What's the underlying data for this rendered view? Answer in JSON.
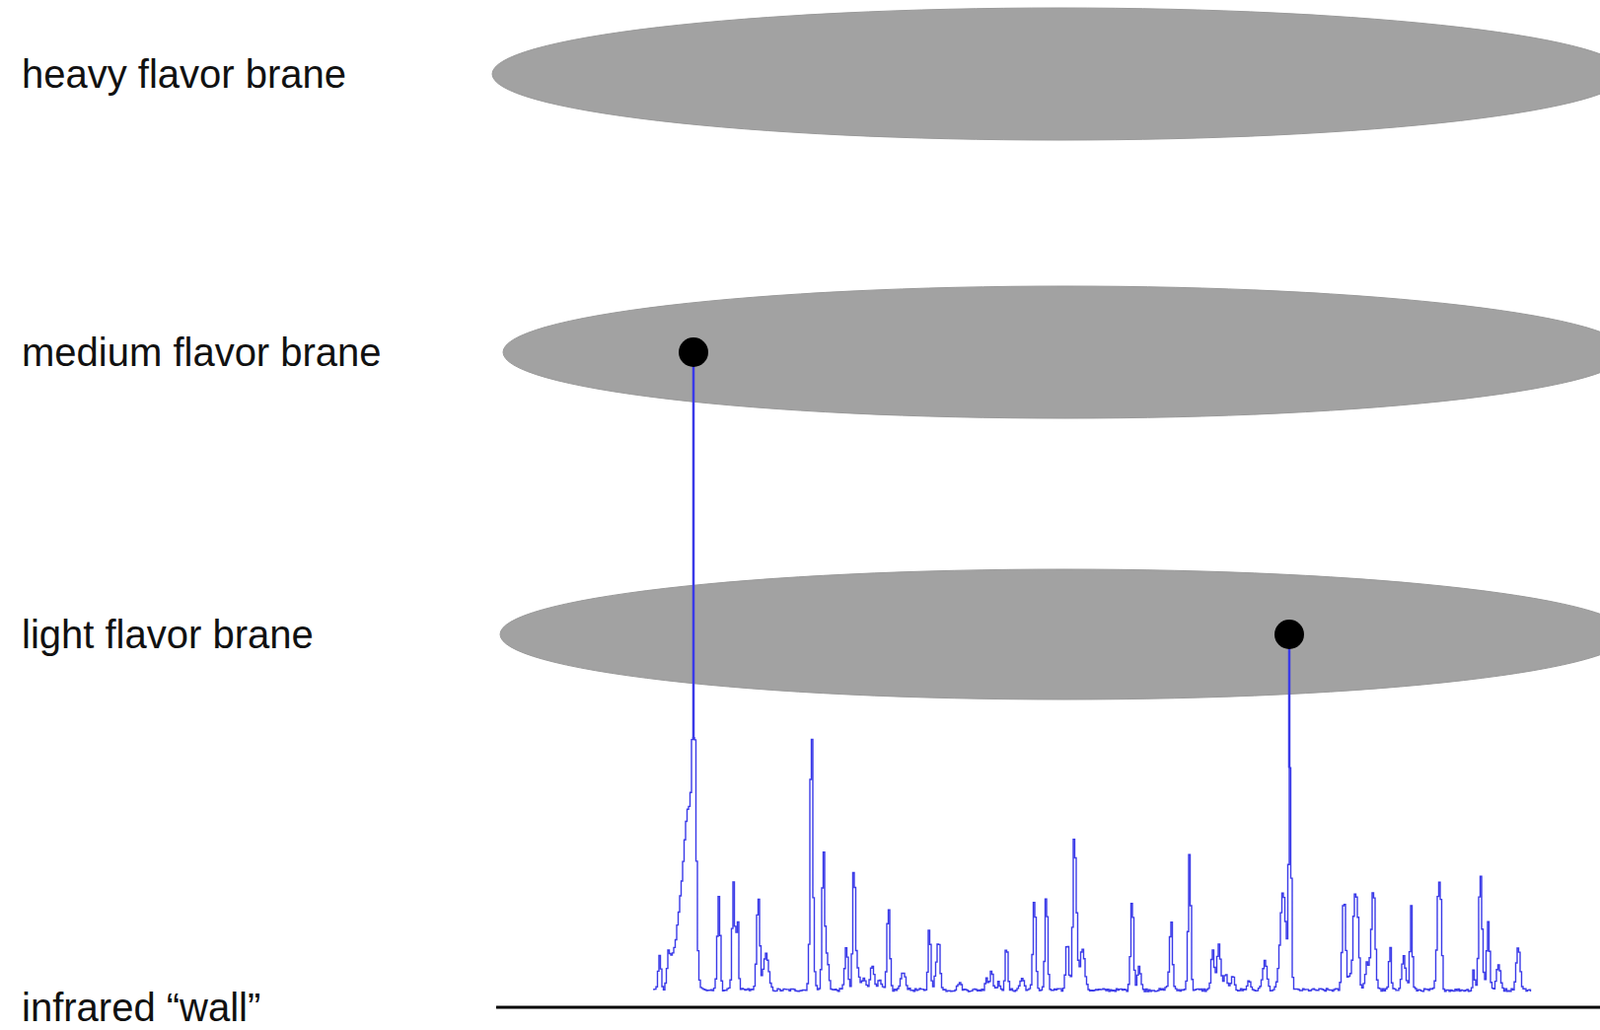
{
  "diagram": {
    "nodes": [
      {
        "text": [
          "heavy flavor brane"
        ]
      },
      {
        "text": [
          "medium flavor brane"
        ]
      },
      {
        "text": [
          "light flavor brane"
        ]
      }
    ],
    "labels": [
      "infrared “wall”"
    ]
  }
}
